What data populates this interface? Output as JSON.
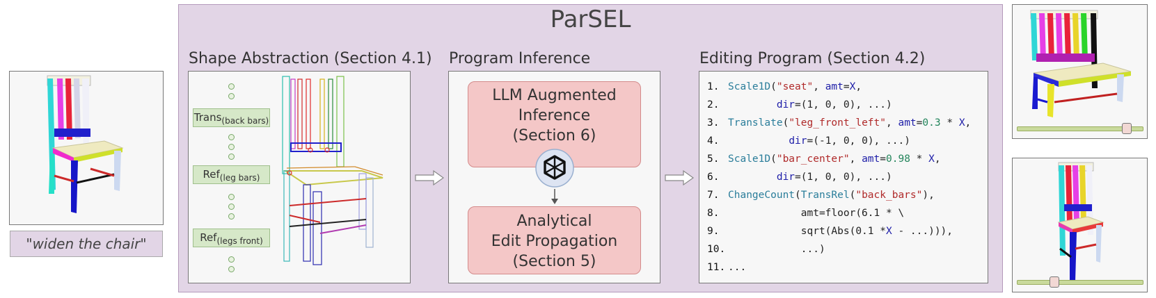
{
  "title": "ParSEL",
  "input": {
    "prompt": "\"widen the chair\""
  },
  "shape_abstraction": {
    "heading": "Shape Abstraction (Section 4.1)",
    "ops": [
      {
        "name": "Trans",
        "sub": "(back bars)"
      },
      {
        "name": "Ref",
        "sub": "(leg bars)"
      },
      {
        "name": "Ref",
        "sub": "(legs front)"
      }
    ]
  },
  "program_inference": {
    "heading": "Program Inference",
    "llm_box": [
      "LLM Augmented",
      "Inference",
      "(Section 6)"
    ],
    "analytic_box": [
      "Analytical",
      "Edit Propagation",
      "(Section 5)"
    ]
  },
  "editing_program": {
    "heading": "Editing Program (Section 4.2)",
    "lines": [
      {
        "n": "1.",
        "segs": [
          [
            "kw",
            "Scale1D"
          ],
          [
            "",
            "("
          ],
          [
            "st",
            "\"seat\""
          ],
          [
            "",
            ", "
          ],
          [
            "vr",
            "amt"
          ],
          [
            "",
            "="
          ],
          [
            "vr",
            "X"
          ],
          [
            "",
            ","
          ]
        ]
      },
      {
        "n": "2.",
        "segs": [
          [
            "",
            "        "
          ],
          [
            "vr",
            "dir"
          ],
          [
            "",
            "=(1, 0, 0), ...)"
          ]
        ]
      },
      {
        "n": "3.",
        "segs": [
          [
            "kw",
            "Translate"
          ],
          [
            "",
            "("
          ],
          [
            "st",
            "\"leg_front_left\""
          ],
          [
            "",
            ", "
          ],
          [
            "vr",
            "amt"
          ],
          [
            "",
            "="
          ],
          [
            "nm",
            "0.3"
          ],
          [
            "",
            " * "
          ],
          [
            "vr",
            "X"
          ],
          [
            "",
            ","
          ]
        ]
      },
      {
        "n": "4.",
        "segs": [
          [
            "",
            "          "
          ],
          [
            "vr",
            "dir"
          ],
          [
            "",
            "=(-1, 0, 0), ...)"
          ]
        ]
      },
      {
        "n": "5.",
        "segs": [
          [
            "kw",
            "Scale1D"
          ],
          [
            "",
            "("
          ],
          [
            "st",
            "\"bar_center\""
          ],
          [
            "",
            ", "
          ],
          [
            "vr",
            "amt"
          ],
          [
            "",
            "="
          ],
          [
            "nm",
            "0.98"
          ],
          [
            "",
            " * "
          ],
          [
            "vr",
            "X"
          ],
          [
            "",
            ","
          ]
        ]
      },
      {
        "n": "6.",
        "segs": [
          [
            "",
            "        "
          ],
          [
            "vr",
            "dir"
          ],
          [
            "",
            "=(1, 0, 0), ...)"
          ]
        ]
      },
      {
        "n": "7.",
        "segs": [
          [
            "kw",
            "ChangeCount"
          ],
          [
            "",
            "("
          ],
          [
            "kw",
            "TransRel"
          ],
          [
            "",
            "("
          ],
          [
            "st",
            "\"back_bars\""
          ],
          [
            "",
            "),"
          ]
        ]
      },
      {
        "n": "8.",
        "segs": [
          [
            "",
            "            amt=floor(6.1 * \\"
          ]
        ]
      },
      {
        "n": "9.",
        "segs": [
          [
            "",
            "            sqrt(Abs(0.1 *"
          ],
          [
            "vr",
            "X"
          ],
          [
            "",
            " - ...))),"
          ]
        ]
      },
      {
        "n": "10.",
        "segs": [
          [
            "",
            "            ...)"
          ]
        ]
      },
      {
        "n": "11.",
        "segs": [
          [
            "",
            "..."
          ]
        ]
      }
    ]
  },
  "outputs": [
    {
      "slider_value": 0.9
    },
    {
      "slider_value": 0.28
    }
  ],
  "colors": {
    "frame": "#e2d5e6",
    "op_box": "#d6e8c8",
    "pink_box": "#f4c7c7",
    "keyword": "#2a7d9a",
    "string": "#b02a2a",
    "number": "#24855c",
    "variable": "#1e1ea8"
  },
  "icons": {
    "llm": "openai-logo-icon",
    "arrows": "right-arrow-icon"
  }
}
